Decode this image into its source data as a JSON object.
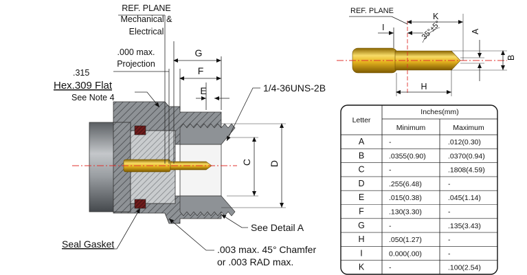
{
  "diagram": {
    "ref_plane_main": [
      "REF. PLANE",
      "Mechanical &",
      "Electrical"
    ],
    "projection": [
      ".000 max.",
      "Projection"
    ],
    "hex_value": ".315",
    "hex_label": "Hex.309 Flat",
    "see_note": "See Note 4",
    "thread_spec": "1/4-36UNS-2B",
    "see_detail": "See Detail A",
    "seal_gasket": "Seal Gasket",
    "chamfer_note": [
      ".003 max. 45° Chamfer",
      "or .003 RAD max."
    ],
    "dim_G": "G",
    "dim_F": "F",
    "dim_E": "E",
    "dim_C": "C",
    "dim_D": "D",
    "detail_ref_plane": "REF. PLANE",
    "detail_I": "I",
    "detail_K": "K",
    "detail_angle": "35°±5°",
    "detail_A": "A",
    "detail_B": "B",
    "detail_H": "H"
  },
  "colors": {
    "body_gray": "#8f9397",
    "hatch_dark": "#5c5f63",
    "pin_gold": "#d4a10c",
    "gasket_red": "#7a1f1f",
    "center_line": "#e0302c"
  },
  "table": {
    "col_letter": "Letter",
    "col_group": "Inches(mm)",
    "col_min": "Minimum",
    "col_max": "Maximum",
    "rows": [
      {
        "letter": "A",
        "min": "-",
        "max": ".012(0.30)"
      },
      {
        "letter": "B",
        "min": ".0355(0.90)",
        "max": ".0370(0.94)"
      },
      {
        "letter": "C",
        "min": "-",
        "max": ".1808(4.59)"
      },
      {
        "letter": "D",
        "min": ".255(6.48)",
        "max": "-"
      },
      {
        "letter": "E",
        "min": ".015(0.38)",
        "max": ".045(1.14)"
      },
      {
        "letter": "F",
        "min": ".130(3.30)",
        "max": "-"
      },
      {
        "letter": "G",
        "min": "-",
        "max": ".135(3.43)"
      },
      {
        "letter": "H",
        "min": ".050(1.27)",
        "max": "-"
      },
      {
        "letter": "I",
        "min": "0.000(.00)",
        "max": "-"
      },
      {
        "letter": "K",
        "min": "-",
        "max": ".100(2.54)"
      }
    ]
  }
}
